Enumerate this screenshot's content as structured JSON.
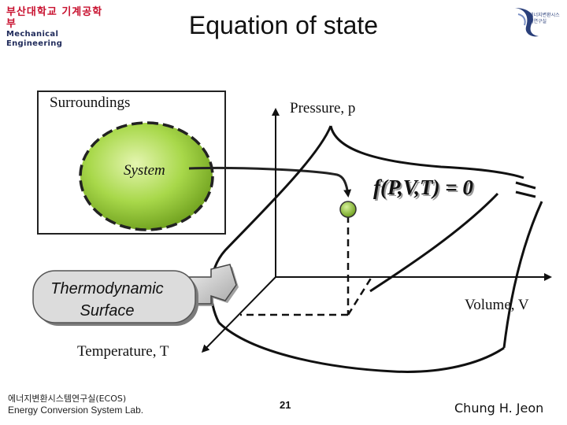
{
  "header": {
    "logo_kr": "부산대학교 기계공학부",
    "logo_en": "Mechanical Engineering",
    "title": "Equation of state",
    "right_logo_text": "에너지변환시스템연구실"
  },
  "diagram": {
    "surroundings": "Surroundings",
    "system": "System",
    "pressure_axis": "Pressure, p",
    "volume_axis": "Volume, V",
    "temperature_axis": "Temperature, T",
    "equation": "f(P,V,T) = 0",
    "thermo_surface_line1": "Thermodynamic",
    "thermo_surface_line2": "Surface",
    "colors": {
      "system_fill": "#9ccc3c",
      "state_point": "#8bc34a"
    }
  },
  "footer": {
    "lab_kr": "에너지변환시스템연구실(ECOS)",
    "lab_en": "Energy Conversion System Lab.",
    "page": "21",
    "author": "Chung H. Jeon"
  }
}
